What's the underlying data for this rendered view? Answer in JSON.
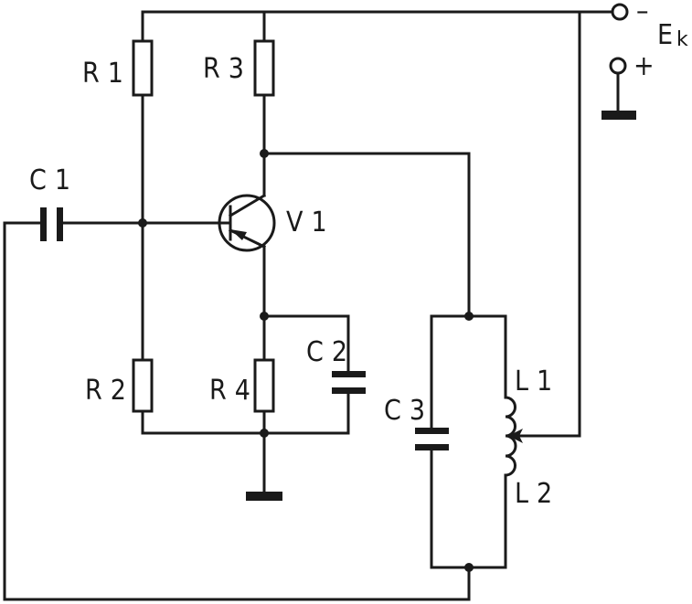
{
  "components": {
    "r1": "R1",
    "r2": "R2",
    "r3": "R3",
    "r4": "R4",
    "c1": "C1",
    "c2": "C2",
    "c3": "C3",
    "v1": "V1",
    "l1": "L1",
    "l2": "L2"
  },
  "supply": {
    "minus": "–",
    "plus": "+",
    "e": "E",
    "k": "k"
  }
}
